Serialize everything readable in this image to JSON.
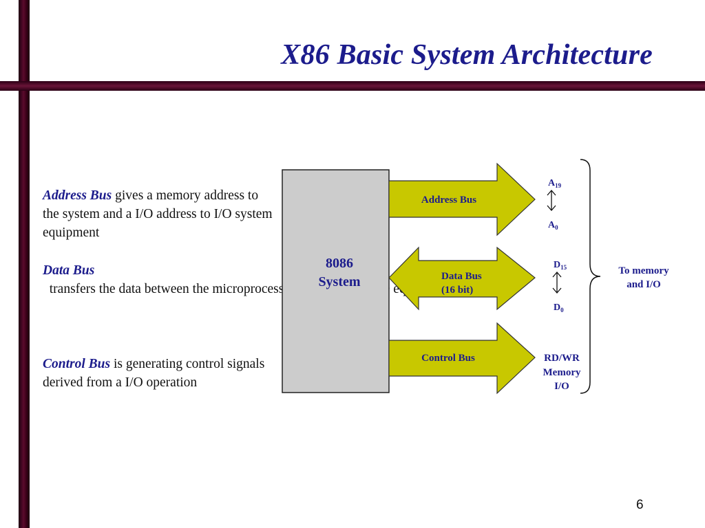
{
  "slide": {
    "title": "X86 Basic System Architecture",
    "page_number": "6"
  },
  "descriptions": [
    {
      "term": "Address Bus",
      "text": " gives a memory address to the system and a I/O address to I/O system equipment"
    },
    {
      "term": "Data Bus",
      "text": "  transfers the data between the microprocessor, memory and I/O equipment attached"
    },
    {
      "term": "Control Bus",
      "text": " is generating control signals derived from a I/O operation"
    }
  ],
  "diagram": {
    "system_box": {
      "line1": "8086",
      "line2": "System"
    },
    "buses": {
      "address": {
        "label": "Address Bus"
      },
      "data": {
        "label_line1": "Data Bus",
        "label_line2": "(16 bit)"
      },
      "control": {
        "label": "Control Bus"
      }
    },
    "signals": {
      "address_high": {
        "base": "A",
        "sub": "19"
      },
      "address_low": {
        "base": "A",
        "sub": "0"
      },
      "data_high": {
        "base": "D",
        "sub": "15"
      },
      "data_low": {
        "base": "D",
        "sub": "0"
      },
      "control_line1": "RD/WR",
      "control_line2": "Memory",
      "control_line3": "I/O"
    },
    "destination": {
      "line1": "To memory",
      "line2": "and I/O"
    },
    "colors": {
      "arrow_fill": "#c8c800",
      "box_fill": "#cccccc",
      "label_color": "#1c1c8c"
    }
  }
}
